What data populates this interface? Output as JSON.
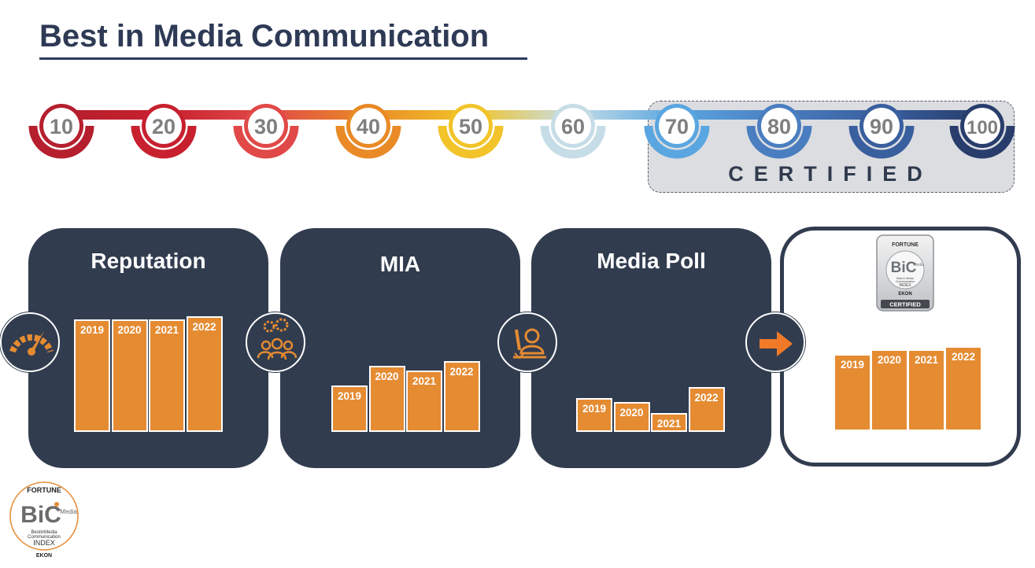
{
  "title": "Best in Media Communication",
  "scale": {
    "steps": [
      {
        "label": "10",
        "color": "#b51f2e"
      },
      {
        "label": "20",
        "color": "#c8202f"
      },
      {
        "label": "30",
        "color": "#e04948"
      },
      {
        "label": "40",
        "color": "#e98a26"
      },
      {
        "label": "50",
        "color": "#f2c42a"
      },
      {
        "label": "60",
        "color": "#c6dde7"
      },
      {
        "label": "70",
        "color": "#5aa6e0"
      },
      {
        "label": "80",
        "color": "#4a7ec0"
      },
      {
        "label": "90",
        "color": "#3a5f9f"
      },
      {
        "label": "100",
        "color": "#283d6c"
      }
    ],
    "certified_label": "CERTIFIED"
  },
  "panels": [
    {
      "title": "Reputation",
      "icon": "speedometer-icon",
      "bars": [
        {
          "year": "2019",
          "value": 0.97
        },
        {
          "year": "2020",
          "value": 0.97
        },
        {
          "year": "2021",
          "value": 0.97
        },
        {
          "year": "2022",
          "value": 1.0
        }
      ]
    },
    {
      "title": "MIA",
      "icon": "team-gears-icon",
      "bars": [
        {
          "year": "2019",
          "value": 0.4
        },
        {
          "year": "2020",
          "value": 0.57
        },
        {
          "year": "2021",
          "value": 0.53
        },
        {
          "year": "2022",
          "value": 0.61
        }
      ]
    },
    {
      "title": "Media Poll",
      "icon": "pollster-icon",
      "bars": [
        {
          "year": "2019",
          "value": 0.29
        },
        {
          "year": "2020",
          "value": 0.26
        },
        {
          "year": "2021",
          "value": 0.16
        },
        {
          "year": "2022",
          "value": 0.39
        }
      ]
    },
    {
      "title": "",
      "icon": "arrow-right-icon",
      "bars": [
        {
          "year": "2019",
          "value": 0.64
        },
        {
          "year": "2020",
          "value": 0.68
        },
        {
          "year": "2021",
          "value": 0.68
        },
        {
          "year": "2022",
          "value": 0.71
        }
      ]
    }
  ],
  "logo_bottom": {
    "fortune": "FORTUNE",
    "bic": "BiC",
    "media": "Media",
    "line1": "BestinMedia",
    "line2": "Communication",
    "index": "INDEX",
    "brand": "EKON"
  },
  "logo_certified": {
    "fortune": "FORTUNE",
    "bic": "BiC",
    "media": "Media",
    "line1": "Best in Media",
    "line2": "Communication",
    "index": "INDEX",
    "brand": "EKON",
    "badge": "CERTIFIED"
  },
  "colors": {
    "panel": "#323c4f",
    "bar": "#e58b32",
    "accent": "#f07a28"
  }
}
